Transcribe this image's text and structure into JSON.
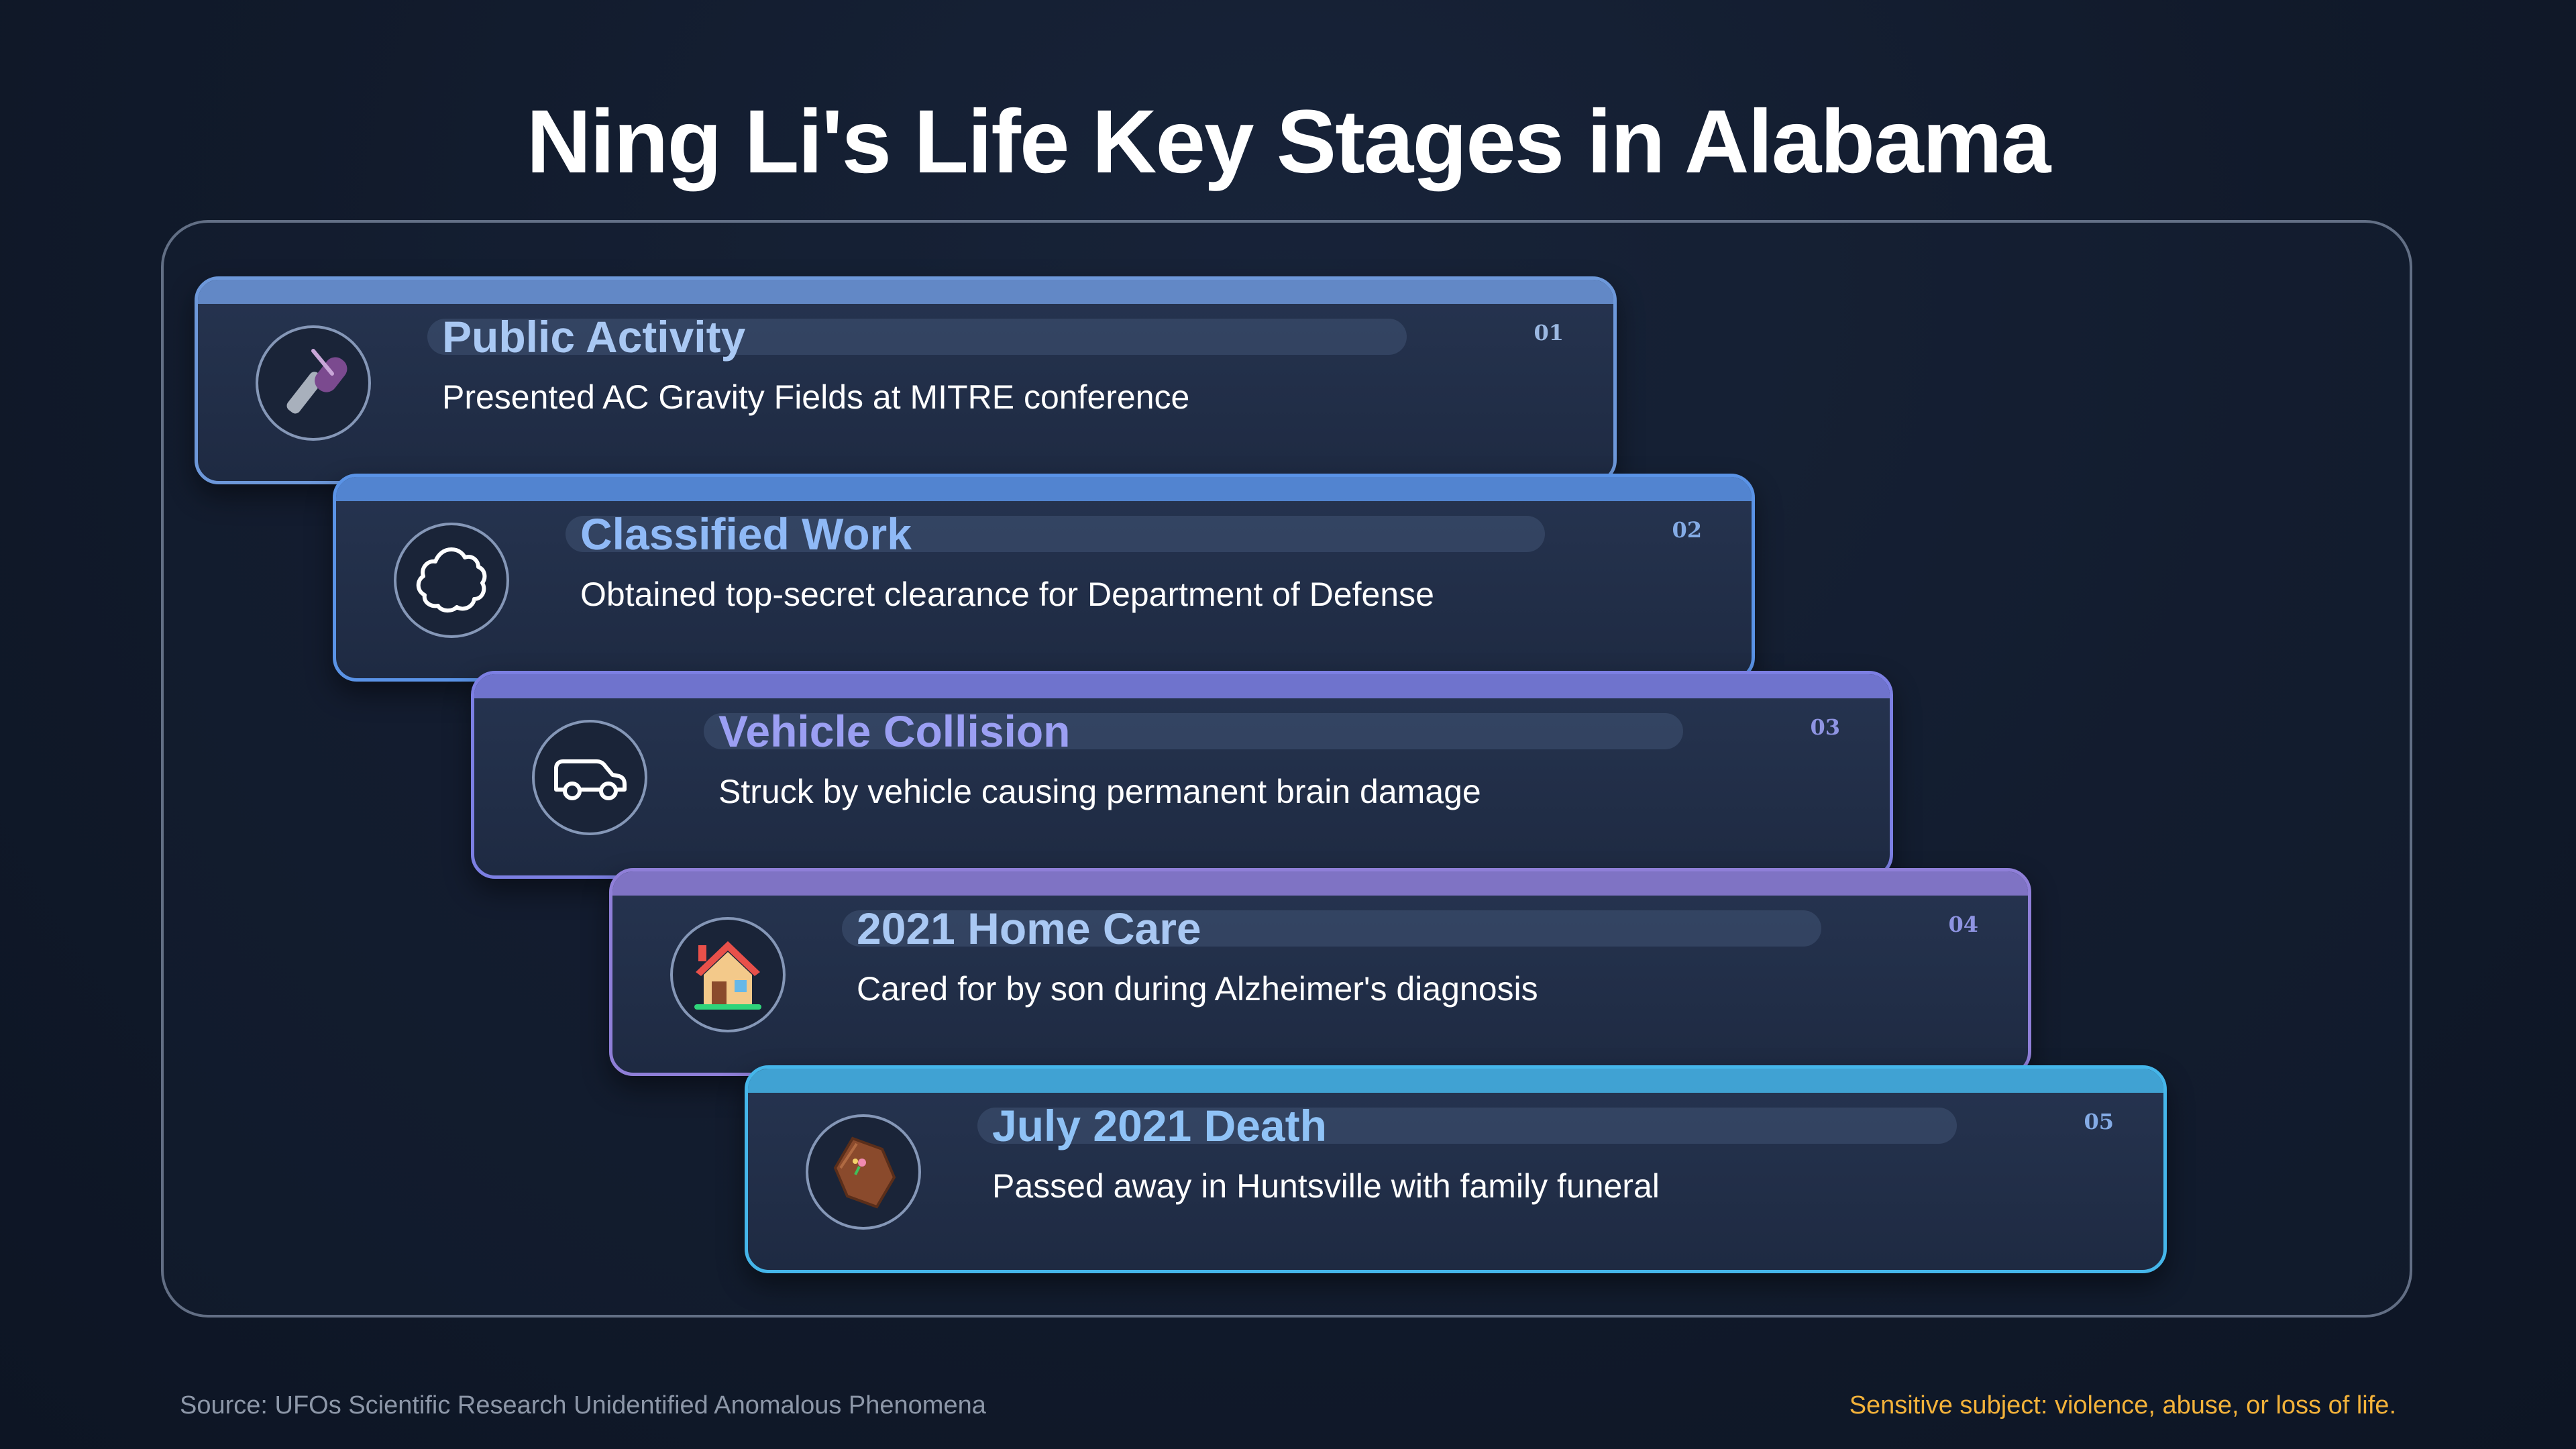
{
  "title": "Ning Li's Life Key Stages in Alabama",
  "stages": [
    {
      "number": "01",
      "title": "Public Activity",
      "description": "Presented AC Gravity Fields at MITRE conference",
      "icon": "microphone-icon",
      "accent": "#6d98da",
      "heading_color": "#a9c8f3"
    },
    {
      "number": "02",
      "title": "Classified Work",
      "description": "Obtained top-secret clearance for Department of Defense",
      "icon": "cloud-icon",
      "accent": "#5a93e6",
      "heading_color": "#8fb9f6"
    },
    {
      "number": "03",
      "title": "Vehicle Collision",
      "description": "Struck by vehicle causing permanent brain damage",
      "icon": "car-icon",
      "accent": "#7c7fe3",
      "heading_color": "#9b9ff3"
    },
    {
      "number": "04",
      "title": "2021 Home Care",
      "description": "Cared for by son during Alzheimer's diagnosis",
      "icon": "house-icon",
      "accent": "#8f7fd8",
      "heading_color": "#a9c8f3"
    },
    {
      "number": "05",
      "title": "July 2021 Death",
      "description": "Passed away in Huntsville with family funeral",
      "icon": "coffin-icon",
      "accent": "#45b6ea",
      "heading_color": "#8fc2f6"
    }
  ],
  "footer": {
    "source": "Source: UFOs Scientific Research Unidentified Anomalous Phenomena",
    "warning": "Sensitive subject: violence, abuse, or loss of life."
  }
}
